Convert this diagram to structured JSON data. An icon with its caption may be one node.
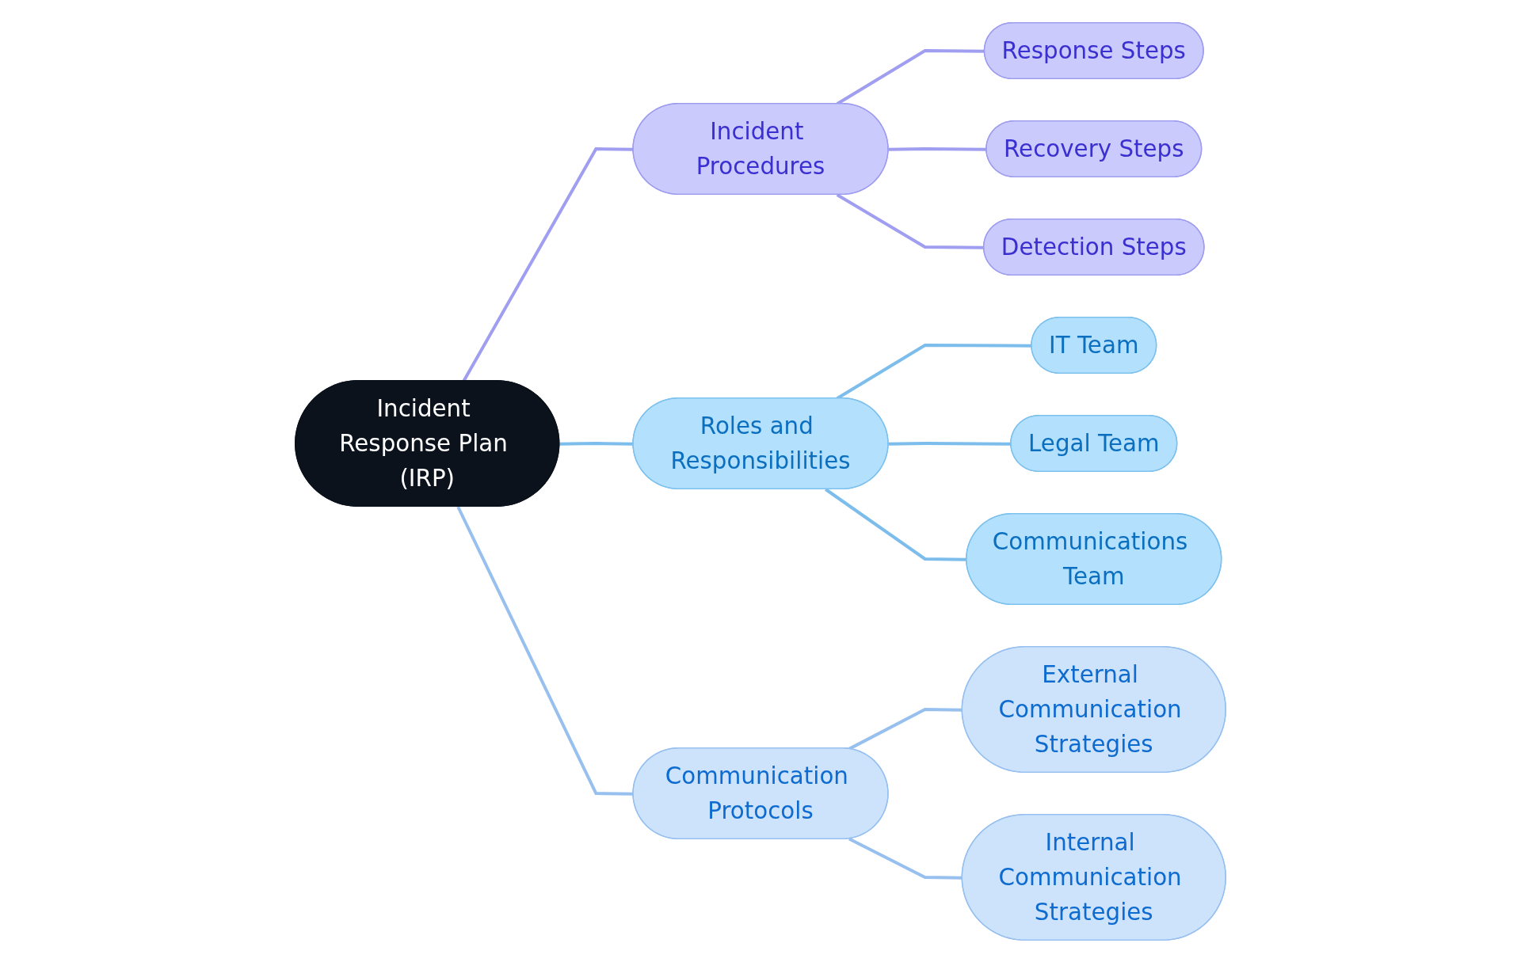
{
  "diagram": {
    "nodes": [
      {
        "text": [
          "Incident Response Plan (IRP)"
        ]
      },
      {
        "text": [
          "Incident Procedures"
        ]
      },
      {
        "text": [
          "Response Steps"
        ]
      },
      {
        "text": [
          "Recovery Steps"
        ]
      },
      {
        "text": [
          "Detection Steps"
        ]
      },
      {
        "text": [
          "Roles and Responsibilities"
        ]
      },
      {
        "text": [
          "IT Team"
        ]
      },
      {
        "text": [
          "Legal Team"
        ]
      },
      {
        "text": [
          "Communications Team"
        ]
      },
      {
        "text": [
          "Communication Protocols"
        ]
      },
      {
        "text": [
          "External Communication Strategies"
        ]
      },
      {
        "text": [
          "Internal Communication Strategies"
        ]
      }
    ],
    "edges": [
      {
        "from": 0,
        "to": 1,
        "arrow": "none",
        "color": "#a09ef0"
      },
      {
        "from": 1,
        "to": 2,
        "arrow": "none",
        "color": "#a09ef0"
      },
      {
        "from": 1,
        "to": 3,
        "arrow": "none",
        "color": "#a09ef0"
      },
      {
        "from": 1,
        "to": 4,
        "arrow": "none",
        "color": "#a09ef0"
      },
      {
        "from": 0,
        "to": 5,
        "arrow": "none",
        "color": "#7cbdec"
      },
      {
        "from": 5,
        "to": 6,
        "arrow": "none",
        "color": "#7cbdec"
      },
      {
        "from": 5,
        "to": 7,
        "arrow": "none",
        "color": "#7cbdec"
      },
      {
        "from": 5,
        "to": 8,
        "arrow": "none",
        "color": "#7cbdec"
      },
      {
        "from": 0,
        "to": 9,
        "arrow": "none",
        "color": "#98c0ee"
      },
      {
        "from": 9,
        "to": 10,
        "arrow": "none",
        "color": "#98c0ee"
      },
      {
        "from": 9,
        "to": 11,
        "arrow": "none",
        "color": "#98c0ee"
      }
    ]
  }
}
